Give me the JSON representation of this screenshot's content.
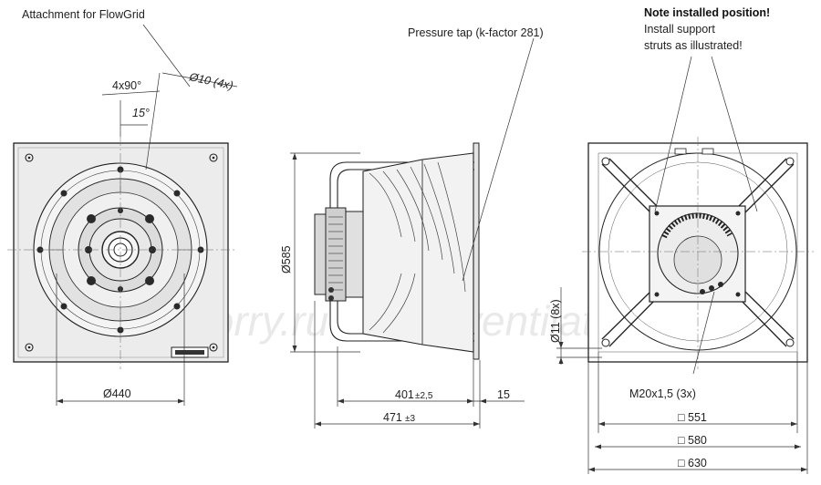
{
  "labels": {
    "attachment": "Attachment for FlowGrid",
    "hole_diameter": "Ø10 (4x)",
    "angle_4x90": "4x90°",
    "angle_15": "15°",
    "pressure_tap": "Pressure tap (k-factor 281)",
    "note_title": "Note installed position!",
    "note_line1": "Install support",
    "note_line2": "struts as illustrated!",
    "dia_585": "Ø585",
    "dia_440": "Ø440",
    "dia_11": "Ø11 (8x)",
    "len_401": "401",
    "tol_401": "±2,5",
    "len_15": "15",
    "len_471": "471",
    "tol_471": "±3",
    "thread": "M20x1,5 (3x)",
    "sq_551": "□ 551",
    "sq_580": "□ 580",
    "sq_630": "□ 630",
    "watermark": "ventilatorry.ru"
  },
  "colors": {
    "line": "#222222",
    "plate": "#e9e9e9",
    "dark": "#333333"
  }
}
